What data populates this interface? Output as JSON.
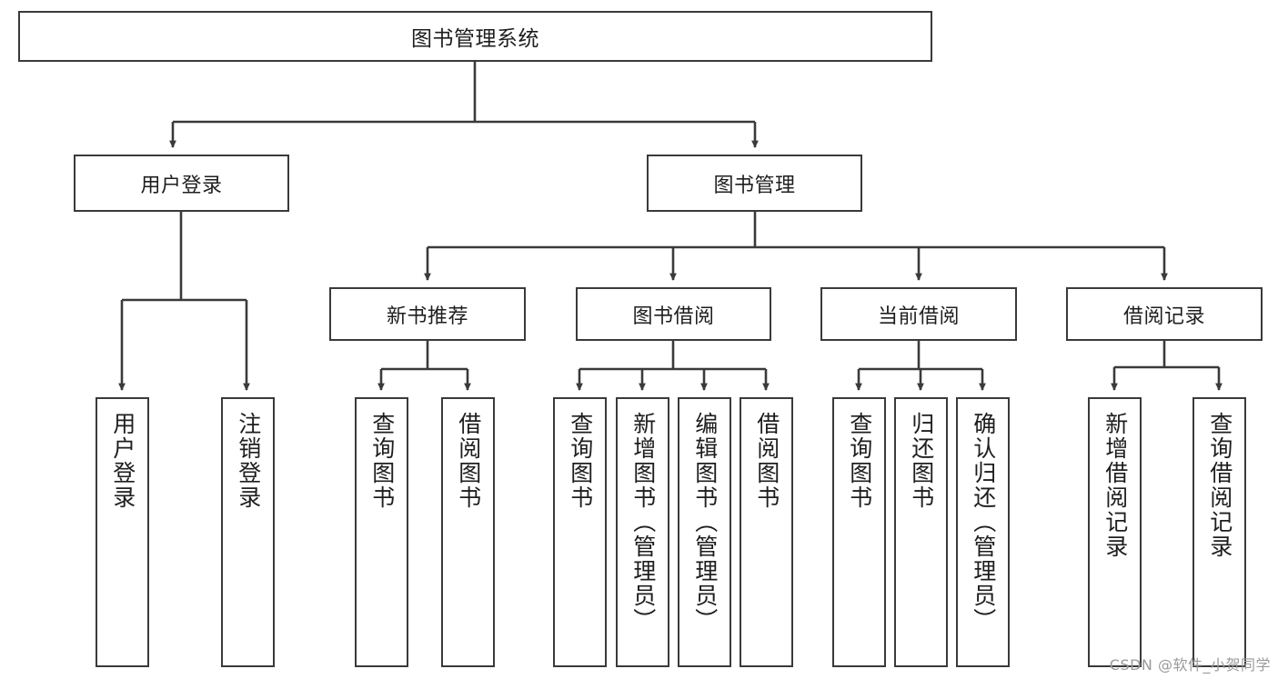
{
  "diagram": {
    "title": "图书管理系统",
    "type": "tree-hierarchy",
    "stroke_color": "#3a3a3a",
    "fill_color": "#ffffff",
    "text_color": "#1e1e1e"
  },
  "watermark": {
    "text": "CSDN @软件_小贺同学",
    "color": "#9a9a9a"
  },
  "nodes": {
    "root": {
      "label": "图书管理系统"
    },
    "level1": [
      {
        "label": "用户登录"
      },
      {
        "label": "图书管理"
      }
    ],
    "level2": [
      {
        "label": "新书推荐"
      },
      {
        "label": "图书借阅"
      },
      {
        "label": "当前借阅"
      },
      {
        "label": "借阅记录"
      }
    ],
    "leaves": {
      "user_login": [
        {
          "label": "用户登录"
        },
        {
          "label": "注销登录"
        }
      ],
      "new_book_recommend": [
        {
          "label": "查询图书"
        },
        {
          "label": "借阅图书"
        }
      ],
      "book_borrow": [
        {
          "label": "查询图书"
        },
        {
          "label": "新增图书（管理员）"
        },
        {
          "label": "编辑图书（管理员）"
        },
        {
          "label": "借阅图书"
        }
      ],
      "current_borrow": [
        {
          "label": "查询图书"
        },
        {
          "label": "归还图书"
        },
        {
          "label": "确认归还（管理员）"
        }
      ],
      "borrow_record": [
        {
          "label": "新增借阅记录"
        },
        {
          "label": "查询借阅记录"
        }
      ]
    }
  }
}
